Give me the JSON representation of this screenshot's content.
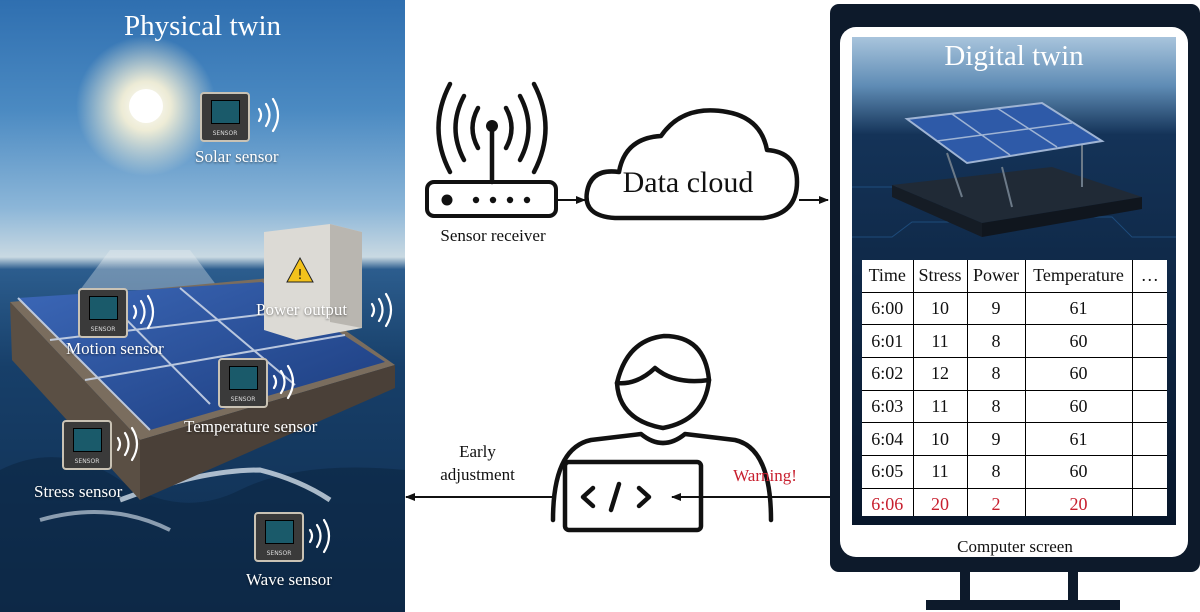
{
  "physical_twin": {
    "title": "Physical twin",
    "sensors": [
      {
        "label": "Solar sensor",
        "icon": "sensor-chip-icon"
      },
      {
        "label": "Power output",
        "icon": "signal-waves-icon"
      },
      {
        "label": "Motion sensor",
        "icon": "sensor-chip-icon"
      },
      {
        "label": "Temperature sensor",
        "icon": "sensor-chip-icon"
      },
      {
        "label": "Stress sensor",
        "icon": "sensor-chip-icon"
      },
      {
        "label": "Wave sensor",
        "icon": "sensor-chip-icon"
      }
    ],
    "chip_text": "SENSOR"
  },
  "receiver": {
    "label": "Sensor receiver",
    "icon": "router-icon"
  },
  "cloud": {
    "label": "Data cloud",
    "icon": "cloud-icon"
  },
  "adjustment": {
    "line1": "Early",
    "line2": "adjustment"
  },
  "warning": {
    "label": "Warning!",
    "color": "#c8202f"
  },
  "user": {
    "icon": "developer-laptop-icon"
  },
  "digital_twin": {
    "title": "Digital twin",
    "screen_caption": "Computer screen",
    "table": {
      "headers": [
        "Time",
        "Stress",
        "Power",
        "Temperature",
        "…"
      ],
      "rows": [
        {
          "time": "6:00",
          "stress": "10",
          "power": "9",
          "temperature": "61"
        },
        {
          "time": "6:01",
          "stress": "11",
          "power": "8",
          "temperature": "60"
        },
        {
          "time": "6:02",
          "stress": "12",
          "power": "8",
          "temperature": "60"
        },
        {
          "time": "6:03",
          "stress": "11",
          "power": "8",
          "temperature": "60"
        },
        {
          "time": "6:04",
          "stress": "10",
          "power": "9",
          "temperature": "61"
        },
        {
          "time": "6:05",
          "stress": "11",
          "power": "8",
          "temperature": "60"
        },
        {
          "time": "6:06",
          "stress": "20",
          "power": "2",
          "temperature": "20"
        }
      ]
    }
  }
}
